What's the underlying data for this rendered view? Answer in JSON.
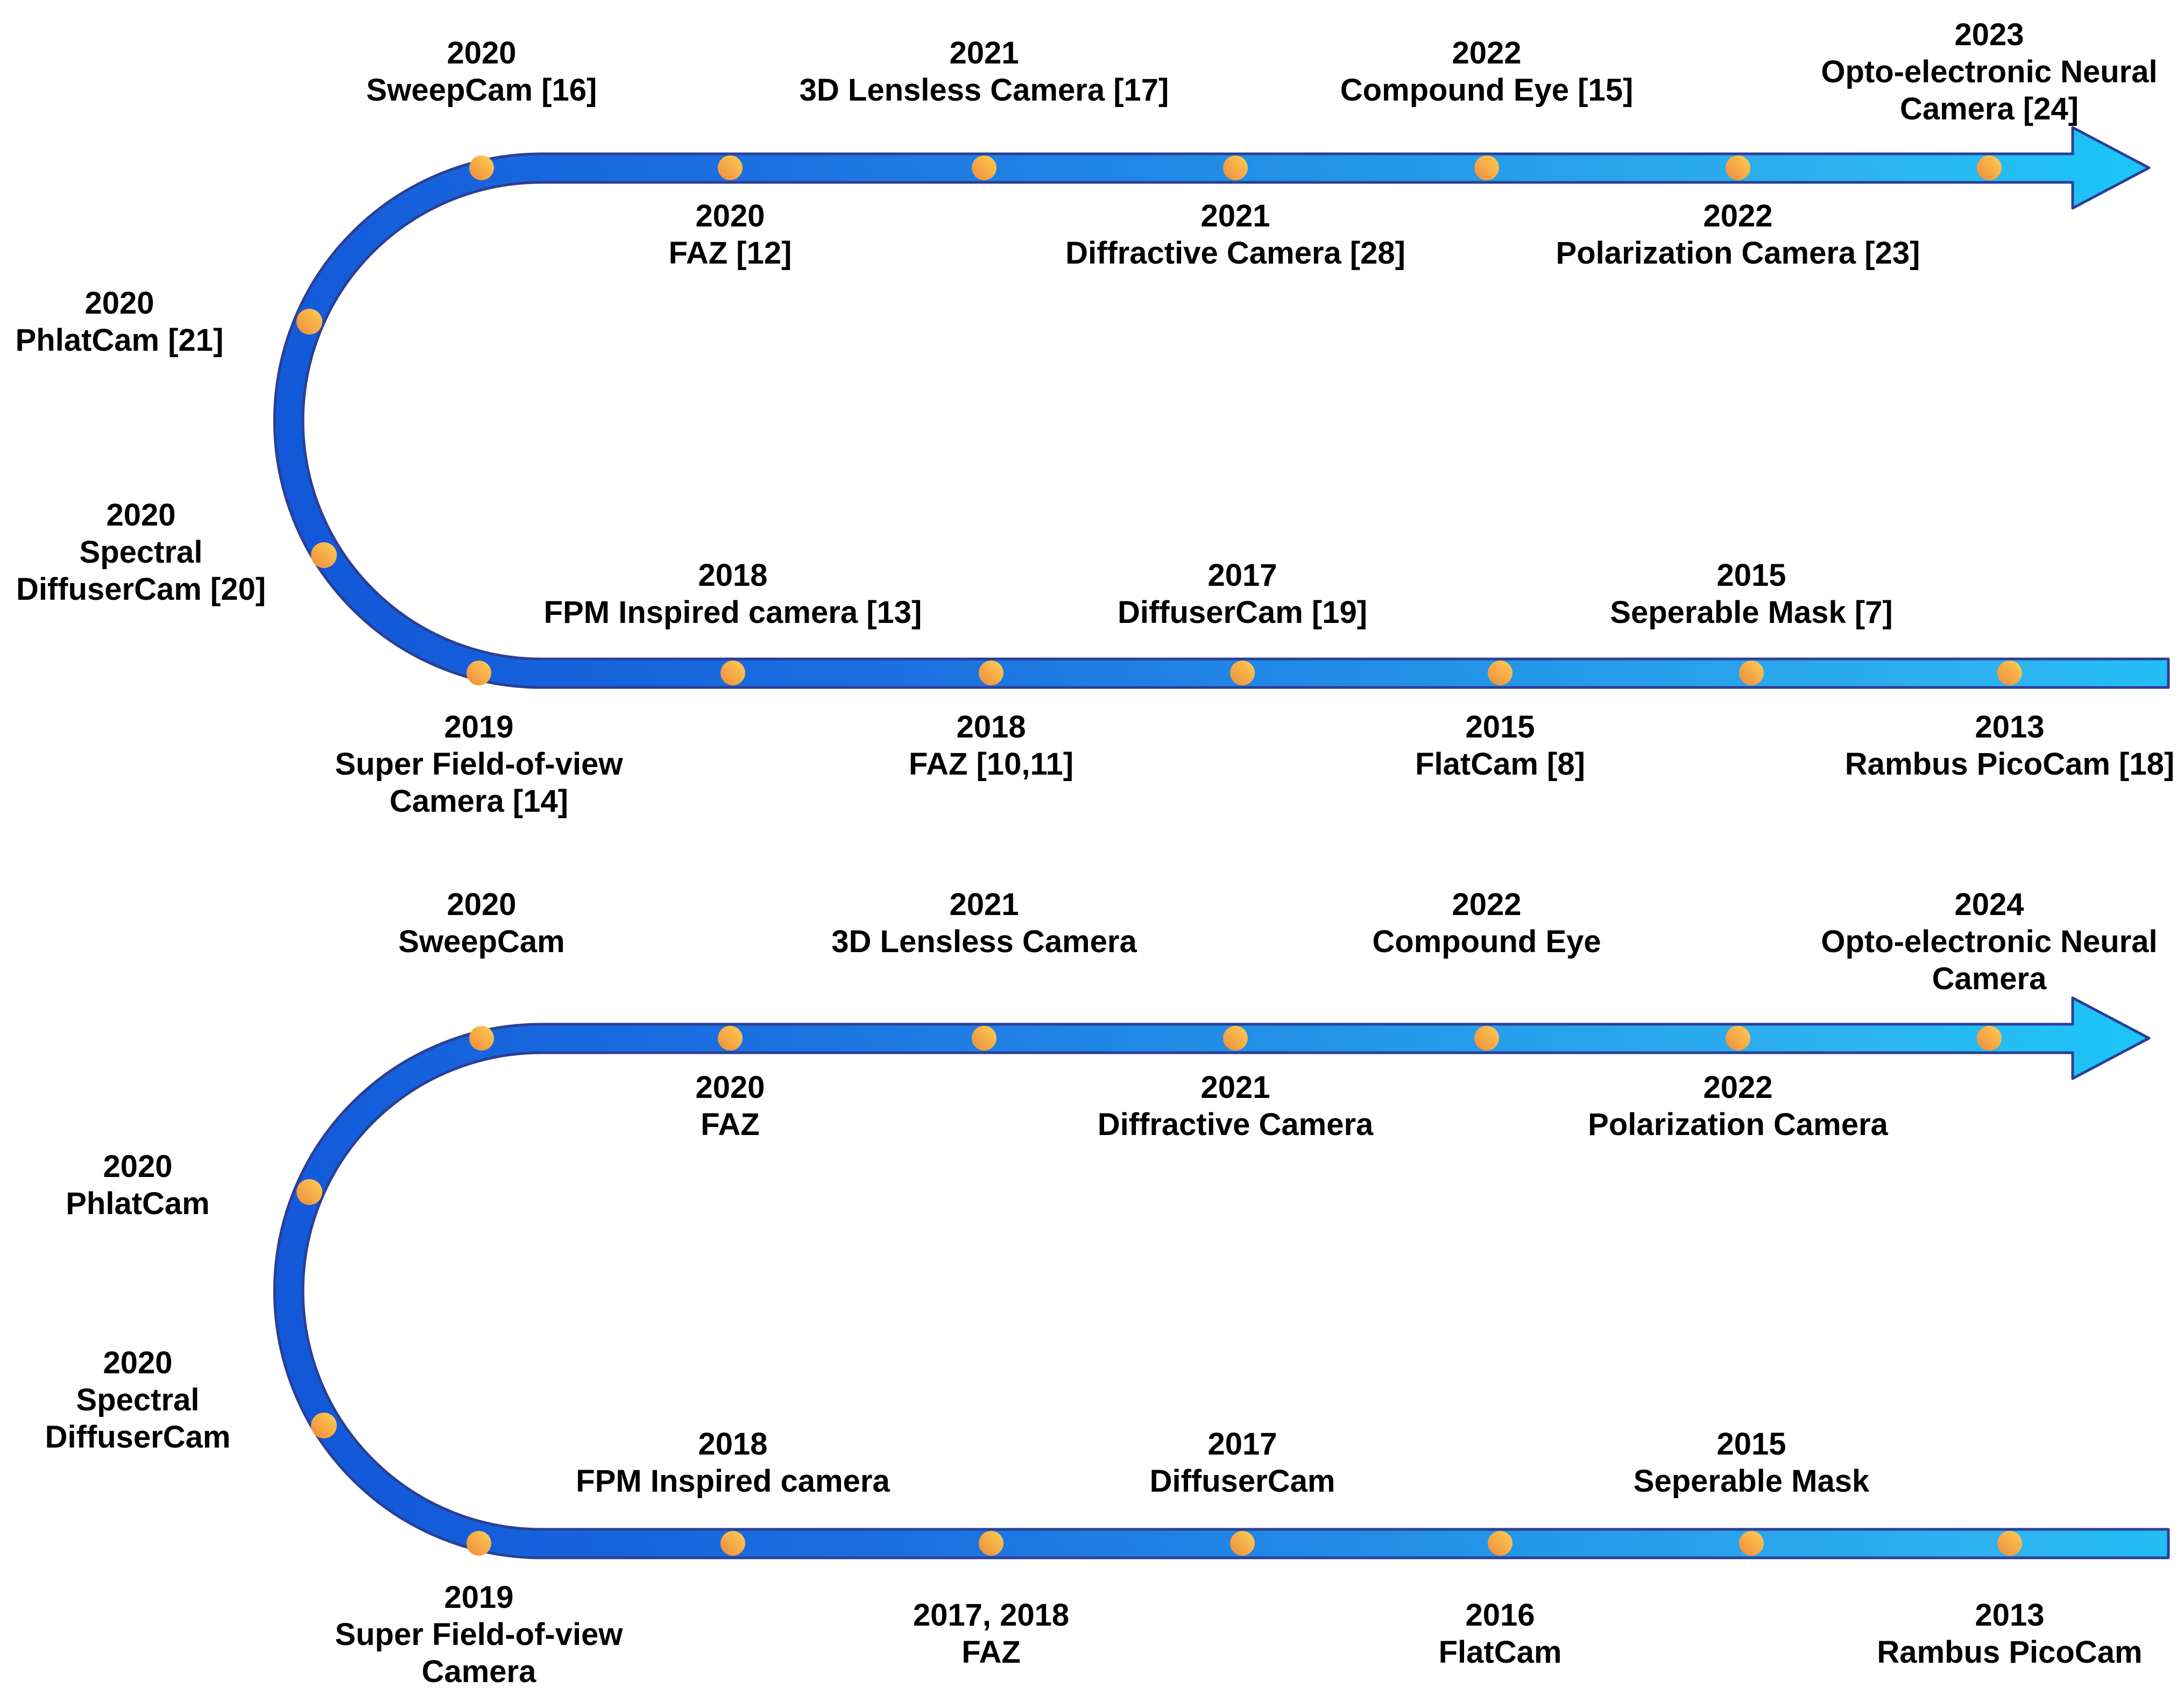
{
  "figure": {
    "description": "Two U-shaped timeline arrows of lensless camera milestones",
    "colors": {
      "arrow_dark_blue": "#1155D8",
      "arrow_mid_blue": "#2395E8",
      "arrow_cyan": "#1AC6F8",
      "arrow_outline_navy": "#2B3F96",
      "dot_orange_dark": "#EE8A3C",
      "dot_orange_light": "#FFCF54",
      "text": "#000000",
      "background": "#FFFFFF"
    }
  },
  "diagrams": [
    {
      "name": "timeline-with-citations",
      "start_year": "2013",
      "end_year": "2023",
      "labels": {
        "sweepcam": "2020\nSweepCam [16]",
        "lensless3d": "2021\n3D Lensless Camera [17]",
        "compound_eye": "2022\nCompound Eye [15]",
        "opto_neural": "2023\nOpto-electronic Neural\nCamera [24]",
        "faz_top": "2020\nFAZ [12]",
        "diffractive": "2021\nDiffractive Camera [28]",
        "polarization": "2022\nPolarization Camera [23]",
        "phlatcam": "2020\nPhlatCam [21]",
        "spectral_diffusercam": "2020\nSpectral\nDiffuserCam [20]",
        "fpm": "2018\nFPM Inspired camera [13]",
        "diffusercam": "2017\nDiffuserCam [19]",
        "seperable_mask": "2015\nSeperable Mask [7]",
        "super_fov": "2019\nSuper Field-of-view\nCamera [14]",
        "faz_bottom": "2018\nFAZ [10,11]",
        "flatcam": "2015\nFlatCam [8]",
        "rambus": "2013\nRambus PicoCam [18]"
      }
    },
    {
      "name": "timeline-without-citations",
      "start_year": "2013",
      "end_year": "2024",
      "labels": {
        "sweepcam": "2020\nSweepCam",
        "lensless3d": "2021\n3D Lensless Camera",
        "compound_eye": "2022\nCompound Eye",
        "opto_neural": "2024\nOpto-electronic Neural\nCamera",
        "faz_top": "2020\nFAZ",
        "diffractive": "2021\nDiffractive Camera",
        "polarization": "2022\nPolarization Camera",
        "phlatcam": "2020\nPhlatCam",
        "spectral_diffusercam": "2020\nSpectral\nDiffuserCam",
        "fpm": "2018\nFPM Inspired camera",
        "diffusercam": "2017\nDiffuserCam",
        "seperable_mask": "2015\nSeperable Mask",
        "super_fov": "2019\nSuper Field-of-view\nCamera",
        "faz_bottom": "2017, 2018\nFAZ",
        "flatcam": "2016\nFlatCam",
        "rambus": "2013\nRambus PicoCam"
      }
    }
  ]
}
